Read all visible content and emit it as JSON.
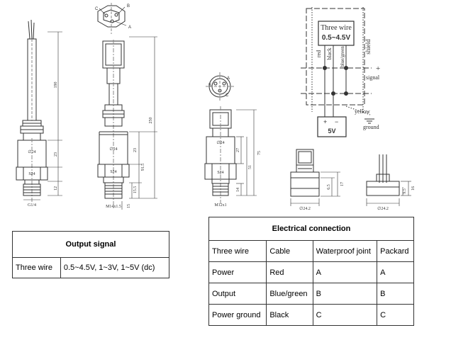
{
  "drawings": {
    "sensor_a": {
      "dim_length": "190",
      "dim_hex_height": "23",
      "dim_thread": "12",
      "body_diameter": "∅24",
      "hex_label": "S24",
      "thread_label": "G1/4"
    },
    "sensor_b": {
      "pin_c": "C",
      "pin_b": "B",
      "pin_a": "A",
      "dim_total": "250",
      "dim_body": "91.5",
      "dim_hex": "23",
      "dim_thread": "15.5",
      "dim_small": "15",
      "body_diameter": "∅24",
      "hex_label": "S24",
      "thread_label": "M14x1.5"
    },
    "sensor_c": {
      "pin_a": "A",
      "pin_b": "B",
      "pin_c": "C",
      "dim_total": "75",
      "dim_body": "51",
      "dim_upper": "27",
      "dim_thread": "14",
      "body_diameter": "∅24",
      "hex_label": "S24",
      "thread_label": "M12x1"
    },
    "packard_side": {
      "dim_h1": "6.5",
      "dim_h2": "17",
      "diameter": "∅24.2"
    },
    "cable_side": {
      "dim_h1": "9.5",
      "dim_h2": "16",
      "diameter": "∅24.2"
    },
    "wiring": {
      "title_line1": "Three wire",
      "title_line2": "0.5~4.5V",
      "red": "red",
      "black": "black",
      "blue_green": "blue/green",
      "shield": "shield",
      "plus": "+",
      "signal": "signal",
      "yellow": "yellow",
      "ground": "ground",
      "supply_plus": "+",
      "supply_minus": "−",
      "supply": "5V"
    }
  },
  "output_signal": {
    "title": "Output signal",
    "rows": [
      [
        "Three wire",
        "0.5~4.5V,  1~3V,  1~5V  (dc)"
      ]
    ]
  },
  "electrical_connection": {
    "title": "Electrical  connection",
    "header": [
      "Three wire",
      "Cable",
      "Waterproof joint",
      "Packard"
    ],
    "rows": [
      [
        "Power",
        "Red",
        "A",
        "A"
      ],
      [
        "Output",
        "Blue/green",
        "B",
        "B"
      ],
      [
        "Power ground",
        "Black",
        "C",
        "C"
      ]
    ]
  }
}
